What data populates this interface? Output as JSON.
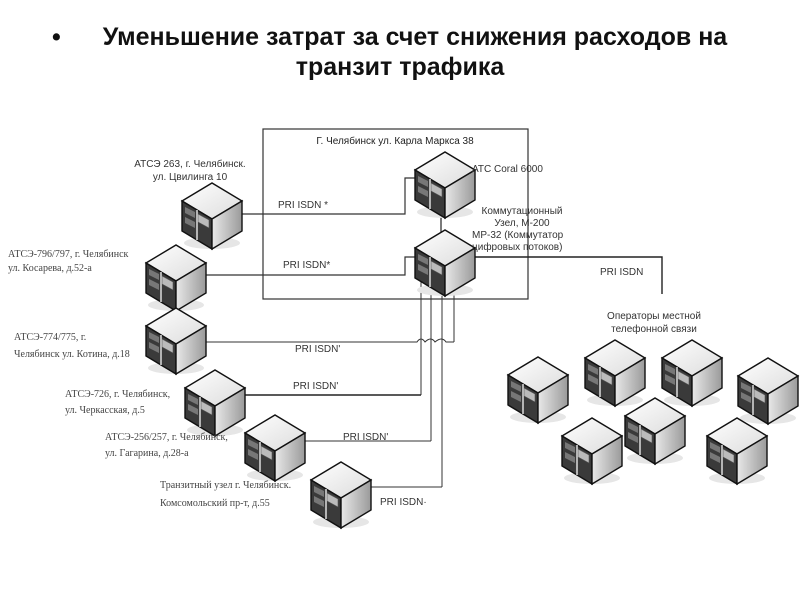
{
  "title": {
    "bullet": "•",
    "line1": "Уменьшение затрат за счет снижения расходов на",
    "line2": "транзит трафика"
  },
  "central_site": {
    "label": "Г. Челябинск ул. Карла Маркса 38",
    "pbx": {
      "label": "АТС Coral 6000",
      "icon": "server-icon"
    },
    "switch": {
      "label_lines": [
        "Коммутационный",
        "Узел, М-200",
        "МР-32 (Коммутатор",
        "цифровых потоков)"
      ],
      "icon": "server-icon"
    }
  },
  "remote_stations": [
    {
      "label_lines": [
        "АТСЭ 263, г. Челябинск.",
        "ул. Цвилинга 10"
      ],
      "link": "PRI ISDN *"
    },
    {
      "label_lines": [
        "АТСЭ-796/797, г. Челябинск",
        "ул. Косарева, д.52-а"
      ],
      "link": "PRI ISDN*"
    },
    {
      "label_lines": [
        "АТСЭ-774/775, г.",
        "Челябинск ул. Котина, д.18"
      ],
      "link": "PRI ISDN'"
    },
    {
      "label_lines": [
        "АТСЭ-726, г. Челябинск,",
        "ул. Черкасская, д.5"
      ],
      "link": "PRI ISDN'"
    },
    {
      "label_lines": [
        "АТСЭ-256/257, г. Челябинск,",
        "ул. Гагарина, д.28-а"
      ],
      "link": "PRI ISDN'"
    },
    {
      "label_lines": [
        "Транзитный узел г. Челябинск.",
        "Комсомольский пр-т, д.55"
      ],
      "link": "PRI ISDN·"
    }
  ],
  "operators": {
    "label_lines": [
      "Операторы местной",
      "телефонной связи"
    ],
    "link": "PRI ISDN",
    "count": 7
  }
}
